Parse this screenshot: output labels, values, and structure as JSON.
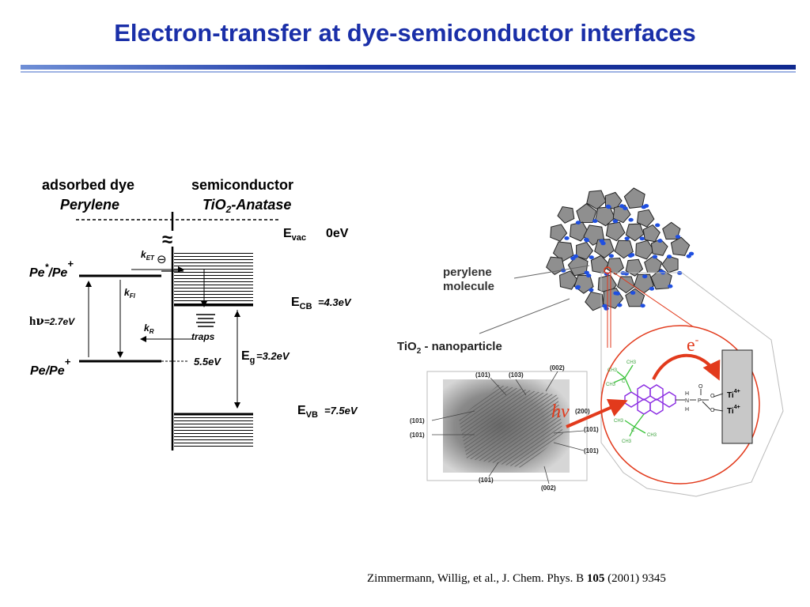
{
  "slide": {
    "title": "Electron-transfer at dye-semiconductor interfaces",
    "citation": {
      "authors": "Zimmermann, Willig, et al., J. Chem. Phys. B ",
      "volume": "105",
      "rest": " (2001) 9345"
    }
  },
  "energy_diagram": {
    "dye_heading": "adsorbed dye",
    "dye_name": "Perylene",
    "semi_heading": "semiconductor",
    "semi_name_prefix": "TiO",
    "semi_name_sub": "2",
    "semi_name_suffix": "-Anatase",
    "e_vac": "E",
    "e_vac_sub": "vac",
    "e_vac_value": "0eV",
    "e_cb": "E",
    "e_cb_sub": "CB",
    "e_cb_value": "=4.3eV",
    "e_g": "E",
    "e_g_sub": "g",
    "e_g_value": "=3.2eV",
    "e_vb": "E",
    "e_vb_sub": "VB",
    "e_vb_value": "=7.5eV",
    "excited_state": "Pe",
    "excited_sup": "*",
    "excited_rest": "/Pe",
    "excited_sup2": "+",
    "ground_state": "Pe/Pe",
    "ground_sup": "+",
    "photon_h": "h",
    "photon_nu": "ν",
    "photon_value": "=2.7eV",
    "k_et": "k",
    "k_et_sub": "ET",
    "k_fl": "k",
    "k_fl_sub": "Fl",
    "k_r": "k",
    "k_r_sub": "R",
    "traps": "traps",
    "level_55": "5.5eV",
    "break_mark": "≈",
    "electron_symbol": "⊖"
  },
  "nanoparticle": {
    "perylene_label_1": "perylene",
    "perylene_label_2": "molecule",
    "tio2_label_prefix": "TiO",
    "tio2_label_sub": "2",
    "tio2_label_suffix": " - nanoparticle",
    "tem_labels": [
      "(101)",
      "(103)",
      "(002)",
      "(101)",
      "(101)",
      "(200)",
      "(101)",
      "(101)",
      "(101)",
      "(002)"
    ],
    "electron_label": "e",
    "electron_sup": "-",
    "photon_label": "hν",
    "ti_label_1": "Ti",
    "ti_label_2": "Ti",
    "ti_sup": "4+",
    "ch3": "CH3",
    "o": "O",
    "p": "P",
    "h": "H",
    "n": "N",
    "c": "C"
  },
  "colors": {
    "title": "#1a2fa8",
    "rule": "#1e3aa8",
    "red": "#e23a1c",
    "green": "#39c339",
    "violet": "#8a2be2",
    "blue_dots": "#1f4fe0",
    "crystal_grey": "#8f8f8f",
    "electrode_grey": "#c8c8c8"
  }
}
